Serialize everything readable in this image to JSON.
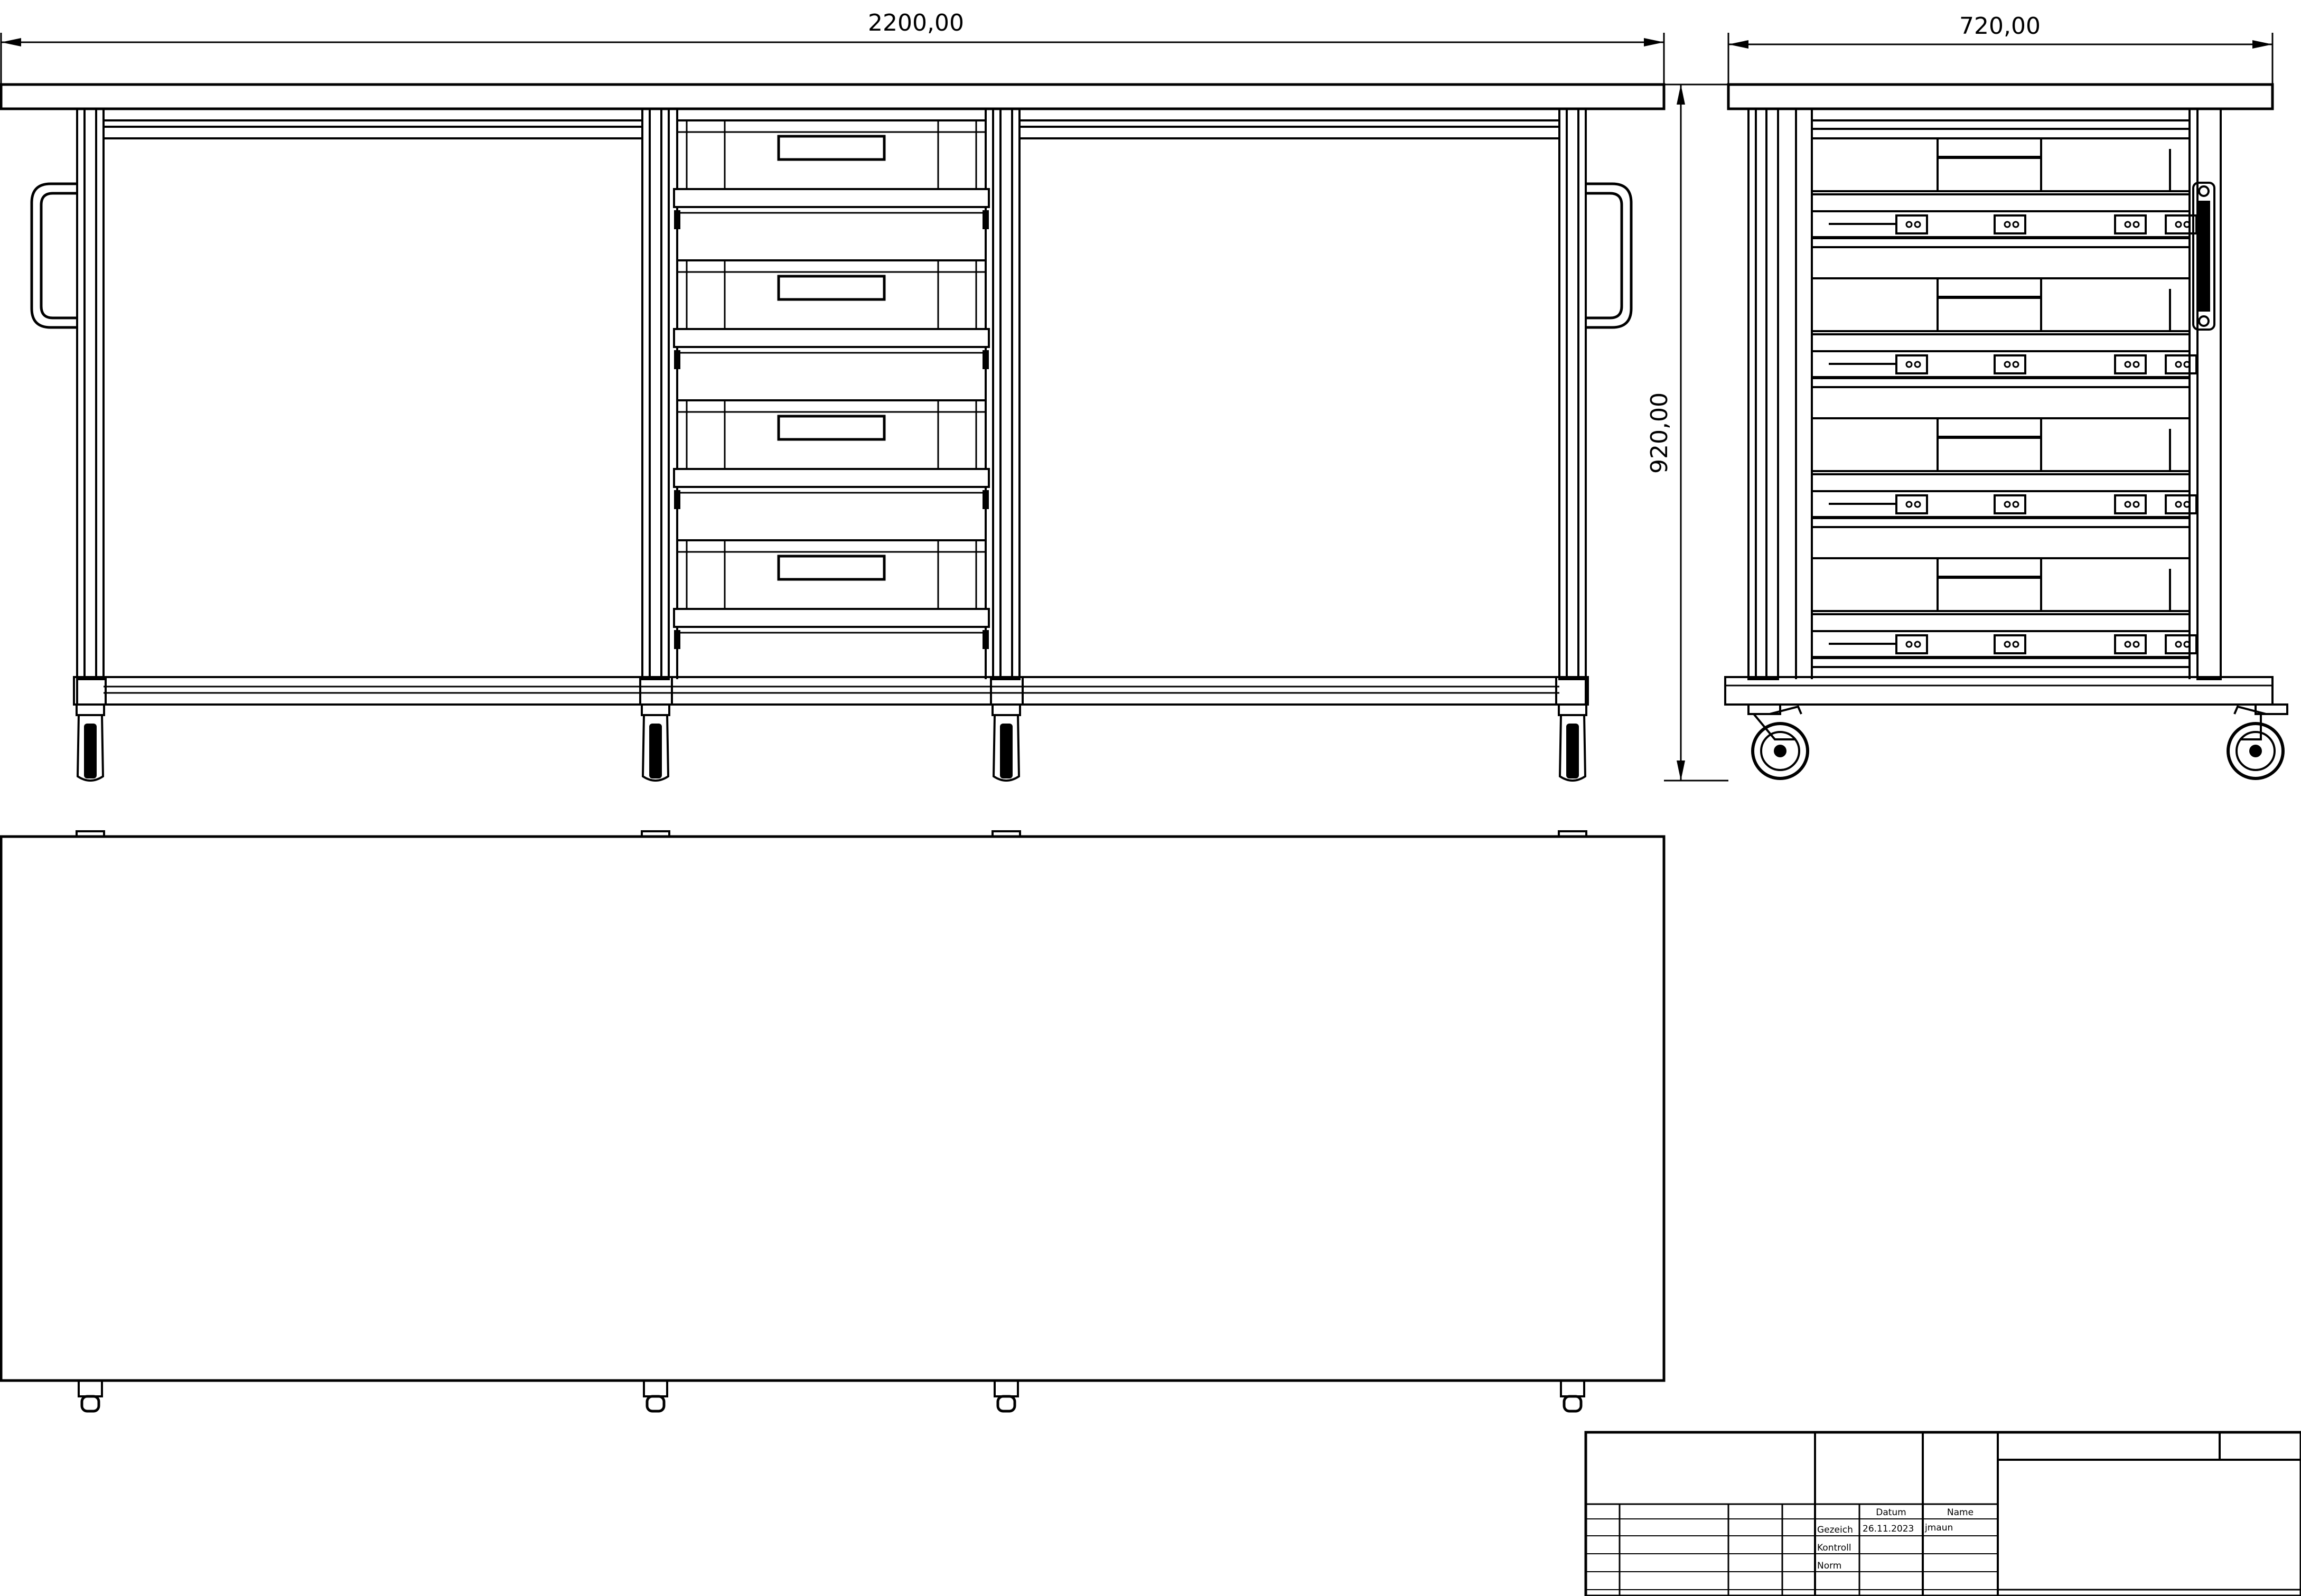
{
  "dimensions": {
    "overall_width": "2200,00",
    "depth": "720,00",
    "height": "920,00"
  },
  "title_block": {
    "col_date": "Datum",
    "col_name": "Name",
    "row_drawn": "Gezeich",
    "row_checked": "Kontroll",
    "row_norm": "Norm",
    "drawn_date": "26.11.2023",
    "drawn_name": "jmaun"
  },
  "views": [
    "front-view",
    "side-view",
    "top-view"
  ],
  "drawer_count": 4
}
